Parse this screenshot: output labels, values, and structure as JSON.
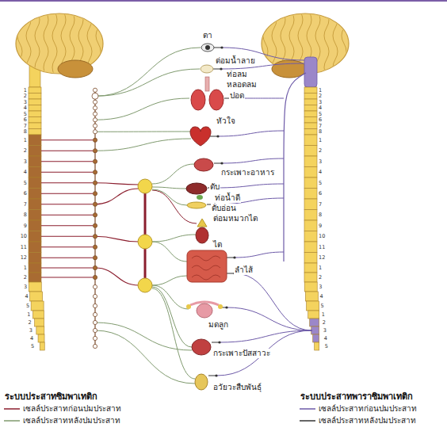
{
  "diagram": {
    "labels": [
      "ตา",
      "ต่อมน้ำลาย",
      "ท่อลม",
      "หลอดลม",
      "ปอด",
      "หัวใจ",
      "กระเพาะอาหาร",
      "ตับ",
      "ท่อน้ำดี",
      "ตับอ่อน",
      "ต่อมหมวกไต",
      "ไต",
      "ลำไส้",
      "มดลูก",
      "กระเพาะปัสสาวะ",
      "อวัยวะสืบพันธุ์",
      "ระบบประสาทซิมพาเทติก",
      "ระบบประสาทพาราซิมพาเทติก",
      "1",
      "2",
      "3",
      "4",
      "5",
      "6",
      "7",
      "8",
      "1",
      "2",
      "3",
      "4",
      "5",
      "6",
      "7",
      "8",
      "9",
      "10",
      "11",
      "12",
      "1",
      "2",
      "3",
      "4",
      "5",
      "1",
      "2",
      "3",
      "4",
      "5",
      "1",
      "2",
      "3",
      "4",
      "5",
      "6",
      "7",
      "8",
      "1",
      "2",
      "3",
      "4",
      "5",
      "6",
      "7",
      "8",
      "9",
      "10",
      "11",
      "12",
      "1",
      "2",
      "3",
      "4",
      "5",
      "1",
      "2",
      "3",
      "4",
      "5"
    ],
    "legend": [
      {
        "text": "เซลล์ประสาทก่อนปมประสาท"
      },
      {
        "text": "เซลล์ประสาทหลังปมประสาท"
      },
      {
        "text": "เซลล์ประสาทก่อนปมประสาท"
      },
      {
        "text": "เซลล์ประสาทหลังปมประสาท"
      }
    ]
  }
}
